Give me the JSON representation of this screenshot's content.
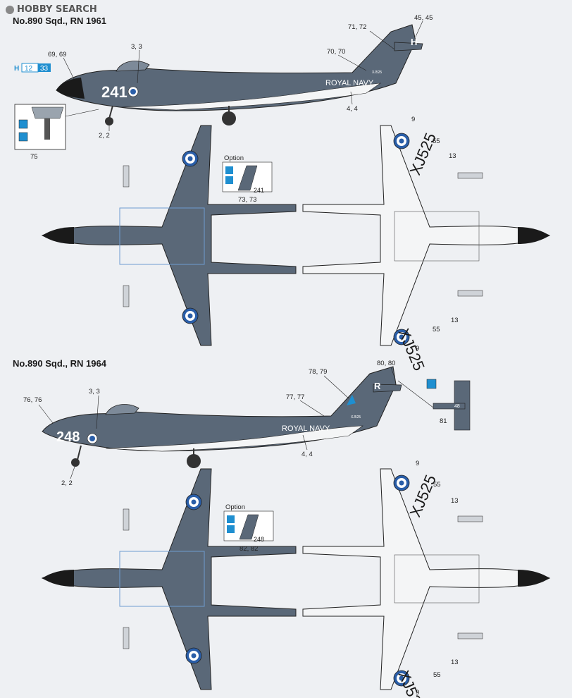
{
  "watermark": "HOBBY SEARCH",
  "profiles": [
    {
      "title": "No.890 Sqd., RN 1961",
      "code_number": "241",
      "tail_letter": "H",
      "fuselage_text": "ROYAL NAVY",
      "serial_small": "XJ525",
      "serial_large": "XJ525",
      "colour_codes": [
        "H",
        "12",
        "33"
      ],
      "callouts": {
        "c69": "69, 69",
        "c3": "3, 3",
        "c2": "2, 2",
        "c4": "4, 4",
        "c70": "70, 70",
        "c71": "71, 72",
        "c45": "45, 45",
        "c75": "75",
        "c9": "9",
        "c55": "55",
        "c13": "13",
        "c73": "73, 73"
      },
      "option_label": "Option",
      "option_tail": "241"
    },
    {
      "title": "No.890 Sqd., RN 1964",
      "code_number": "248",
      "tail_letter": "R",
      "fuselage_text": "ROYAL NAVY",
      "serial_small": "XJ525",
      "serial_large": "XJ525",
      "callouts": {
        "c76": "76, 76",
        "c3": "3, 3",
        "c2": "2, 2",
        "c4": "4, 4",
        "c77": "77, 77",
        "c78": "78, 79",
        "c80": "80, 80",
        "c81": "81",
        "c9": "9",
        "c55": "55",
        "c13": "13",
        "c82": "82, 82"
      },
      "option_label": "Option",
      "option_tail": "248",
      "detail_number": "48"
    }
  ],
  "colors": {
    "dark_sea_grey": "#5a6878",
    "white_underside": "#f4f5f6",
    "roundel_blue": "#2a5ea8",
    "pale_blue": "#9fb7d6",
    "accent_cyan": "#1f8fd0"
  }
}
